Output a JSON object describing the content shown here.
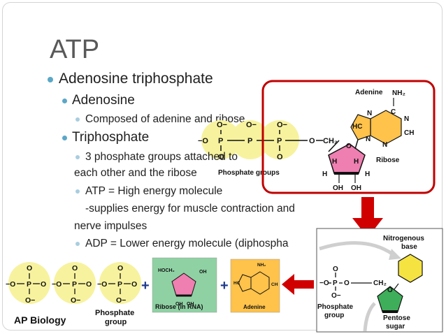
{
  "slide": {
    "title": "ATP",
    "bullets": {
      "b1": "Adenosine triphosphate",
      "b2": "Adenosine",
      "b3": "Composed of adenine and ribose",
      "b4": "Triphosphate",
      "b5a": "3 phosphate groups attached to",
      "b5b": "each other and the ribose",
      "b6": "ATP = High energy molecule",
      "b7a": "-supplies energy for muscle contraction and",
      "b7b": "nerve impulses",
      "b8": "ADP = Lower energy molecule (diphospha"
    },
    "footer": "AP Biology"
  },
  "top_diagram": {
    "O": "O",
    "O_minus": "O−",
    "minus_O": "−O",
    "P": "P",
    "dash_O": "—O—",
    "CH2": "CH₂",
    "ring_O": "O",
    "H": "H",
    "OH": "OH",
    "N": "N",
    "C": "C",
    "HC": "HC",
    "CH": "CH",
    "NH2": "NH₂",
    "adenine_label": "Adenine",
    "ribose_label": "Ribose",
    "phosphate_groups_label": "Phosphate groups"
  },
  "bottom_diagram": {
    "O": "O",
    "O_minus": "O−",
    "minus_O": "−O",
    "P": "P",
    "plus": "+",
    "phosphate_group_label_1": "Phosphate",
    "phosphate_group_label_2": "group",
    "ribose_rna_label": "Ribose (in RNA)",
    "adenine_label": "Adenine",
    "HOCH2": "HOCH₂",
    "OH": "OH",
    "CH2": "CH₂",
    "nitrogenous_1": "Nitrogenous",
    "nitrogenous_2": "base",
    "pentose_1": "Pentose",
    "pentose_2": "sugar"
  },
  "colors": {
    "bullet": "#5ba7c7",
    "title": "#595959",
    "highlight_box": "#c00000",
    "arrow": "#d00000",
    "phosphate": "#f7f29e",
    "ribose": "#ee7fb0",
    "adenine": "#ffc24a",
    "ribose_rna_bg": "#8fd1a3",
    "nitrogenous_base": "#f5e342",
    "pentose_sugar": "#3fae5a"
  }
}
